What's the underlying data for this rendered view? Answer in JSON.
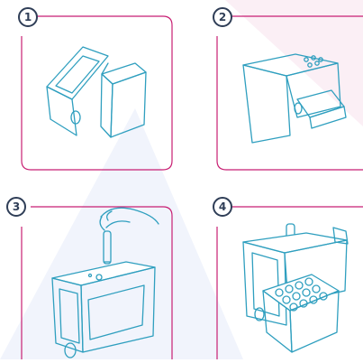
{
  "steps": [
    {
      "number": "1",
      "illustration": "open-lid-device"
    },
    {
      "number": "2",
      "illustration": "device-drawer-open"
    },
    {
      "number": "3",
      "illustration": "insert-tube-by-hand"
    },
    {
      "number": "4",
      "illustration": "tube-rack-inserted"
    }
  ],
  "colors": {
    "frame": "#c81f73",
    "line_art": "#2f9fbf",
    "badge": "#2f3e57",
    "background_tint": "#eef2fb"
  }
}
